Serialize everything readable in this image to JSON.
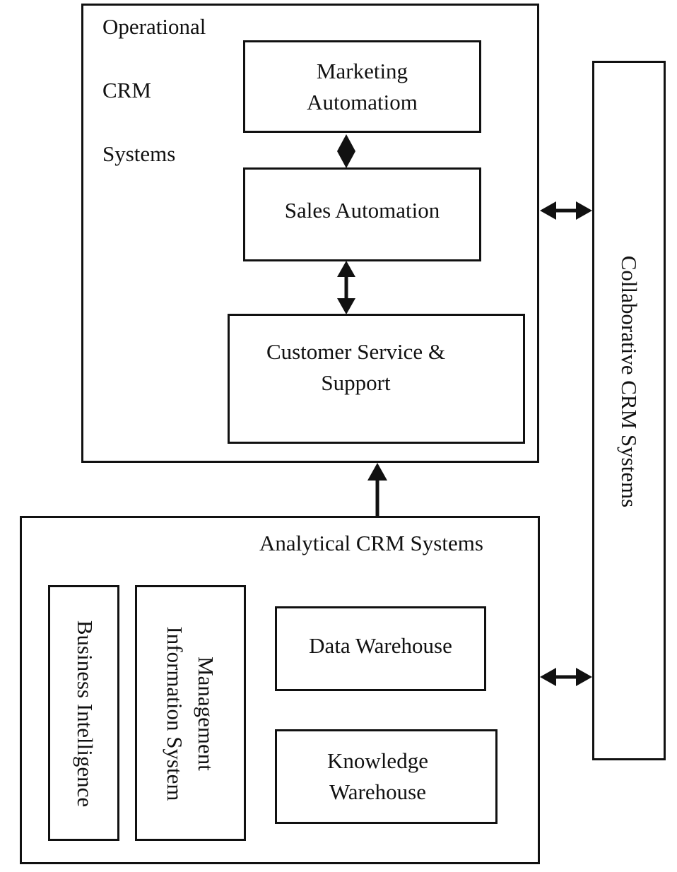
{
  "operational": {
    "title_lines": [
      "Operational",
      "CRM",
      "Systems"
    ],
    "marketing": [
      "Marketing",
      "Automatiom"
    ],
    "sales": "Sales Automation",
    "service": [
      "Customer Service &",
      "Support"
    ]
  },
  "collaborative": {
    "title": "Collaborative CRM Systems"
  },
  "analytical": {
    "title": "Analytical CRM Systems",
    "business_intelligence": "Business Intelligence",
    "mis": [
      "Management",
      "Information System"
    ],
    "data_warehouse": "Data Warehouse",
    "knowledge_warehouse": [
      "Knowledge",
      "Warehouse"
    ]
  }
}
